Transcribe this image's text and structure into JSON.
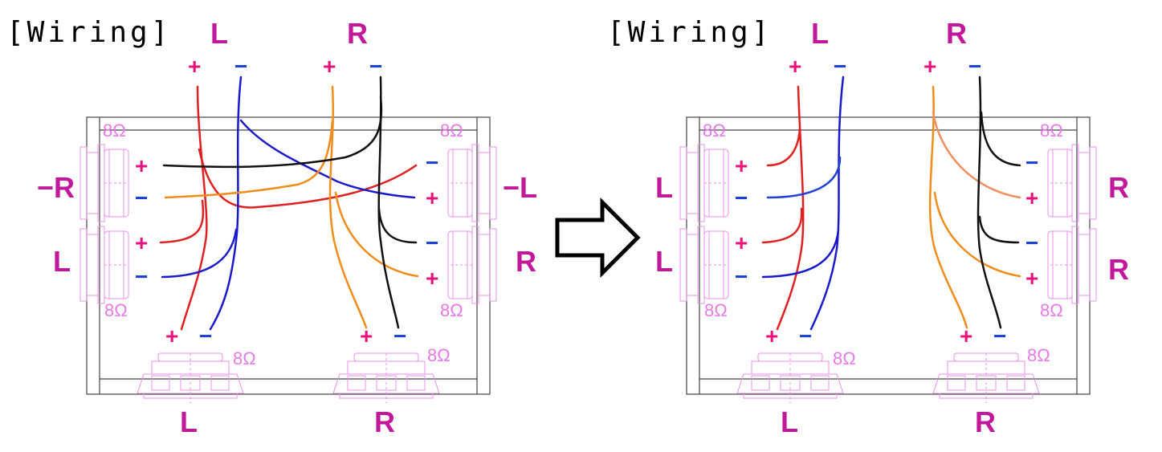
{
  "colors": {
    "label": "#c2189b",
    "polarity_plus": "#e8127a",
    "polarity_minus": "#1a3fd6",
    "speaker_outline": "#e890e8",
    "wire_L_plus": "#e02020",
    "wire_L_minus": "#1a1acc",
    "wire_R_plus": "#f08c1a",
    "wire_R_minus": "#111111"
  },
  "arrow_icon": "right-arrow-icon",
  "panels": [
    {
      "title": "[Wiring]",
      "input_left": "L",
      "input_right": "R",
      "plus": "+",
      "minus": "−",
      "side_labels": [
        "−R",
        "L",
        "−L",
        "R"
      ],
      "bottom_labels": [
        "L",
        "R"
      ],
      "impedance": "8Ω"
    },
    {
      "title": "[Wiring]",
      "input_left": "L",
      "input_right": "R",
      "plus": "+",
      "minus": "−",
      "side_labels": [
        "L",
        "L",
        "R",
        "R"
      ],
      "bottom_labels": [
        "L",
        "R"
      ],
      "impedance": "8Ω"
    }
  ]
}
